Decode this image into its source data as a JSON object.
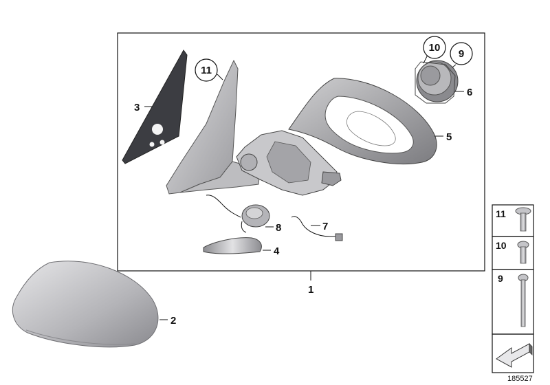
{
  "callouts": {
    "c1": "1",
    "c2": "2",
    "c3": "3",
    "c4": "4",
    "c5": "5",
    "c6": "6",
    "c7": "7",
    "c8": "8",
    "c9": "9",
    "c10": "10",
    "c11": "11"
  },
  "legend": {
    "l11": "11",
    "l10": "10",
    "l9": "9"
  },
  "reference_number": "185527",
  "colors": {
    "line": "#111111",
    "part_light": "#d2d2d4",
    "part_dark": "#7a7a7e",
    "glass": "#3c3d42"
  },
  "icons": [
    "mirror-glass",
    "mirror-base-housing",
    "mirror-cap",
    "frame-bezel",
    "motor-actuator",
    "screw-torx",
    "arrow-indicator"
  ]
}
